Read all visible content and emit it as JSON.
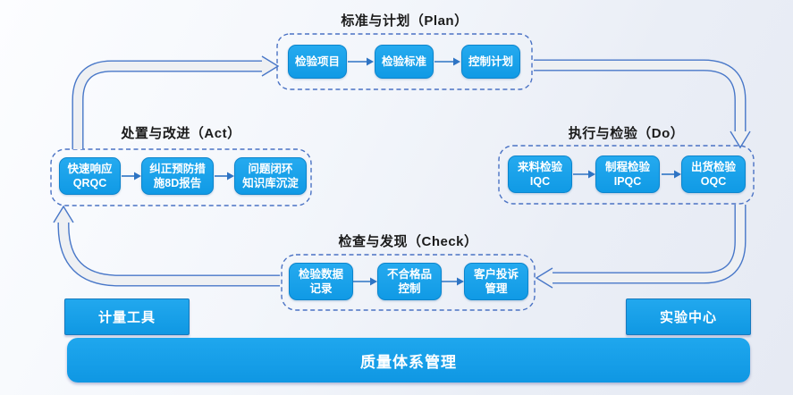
{
  "colors": {
    "node_blue": "#14a0e9",
    "node_border": "#0c85cd",
    "dashed_border": "#4a72c4",
    "cycle_arrow_fill": "#eef0f3",
    "cycle_arrow_outline": "#4877c8",
    "connector_blue": "#2e74c4",
    "title_text": "#1b1b1b",
    "node_text": "#ffffff"
  },
  "sections": {
    "plan": {
      "title": "标准与计划（Plan）",
      "boxes": [
        {
          "lines": [
            "检验项目"
          ]
        },
        {
          "lines": [
            "检验标准"
          ]
        },
        {
          "lines": [
            "控制计划"
          ]
        }
      ]
    },
    "act": {
      "title": "处置与改进（Act）",
      "boxes": [
        {
          "lines": [
            "快速响应",
            "QRQC"
          ]
        },
        {
          "lines": [
            "纠正预防措",
            "施8D报告"
          ]
        },
        {
          "lines": [
            "问题闭环",
            "知识库沉淀"
          ]
        }
      ]
    },
    "do": {
      "title": "执行与检验（Do）",
      "boxes": [
        {
          "lines": [
            "来料检验",
            "IQC"
          ]
        },
        {
          "lines": [
            "制程检验",
            "IPQC"
          ]
        },
        {
          "lines": [
            "出货检验",
            "OQC"
          ]
        }
      ]
    },
    "check": {
      "title": "检查与发现（Check）",
      "boxes": [
        {
          "lines": [
            "检验数据",
            "记录"
          ]
        },
        {
          "lines": [
            "不合格品",
            "控制"
          ]
        },
        {
          "lines": [
            "客户投诉",
            "管理"
          ]
        }
      ]
    }
  },
  "supports": {
    "left": "计量工具",
    "right": "实验中心"
  },
  "foundation": {
    "label": "质量体系管理"
  }
}
